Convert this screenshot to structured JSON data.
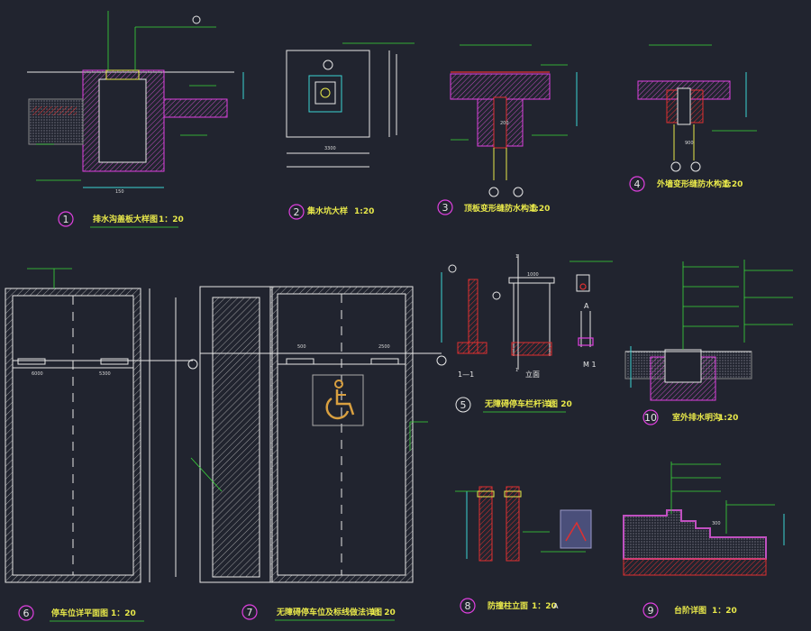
{
  "sheet": {
    "background": "#21242f",
    "colors": {
      "title_text": "#e8e84a",
      "line_cyan": "#3cd3d3",
      "leader_green": "#3ad83a",
      "hatch_red": "#e03030",
      "hatch_magenta": "#e040e0",
      "bubble_magenta": "#e040e0"
    }
  },
  "details": [
    {
      "id": "d1",
      "num": "1",
      "title": "排水沟盖板大样图",
      "scale": "1：20"
    },
    {
      "id": "d2",
      "num": "2",
      "title": "集水坑大样",
      "scale": "1:20"
    },
    {
      "id": "d3",
      "num": "3",
      "title": "顶板变形缝防水构造",
      "scale": "1:20"
    },
    {
      "id": "d4",
      "num": "4",
      "title": "外墙变形缝防水构造",
      "scale": "1:20"
    },
    {
      "id": "d5",
      "num": "5",
      "title": "无障碍停车栏杆详图",
      "scale": "1：20"
    },
    {
      "id": "d6",
      "num": "6",
      "title": "停车位详平面图",
      "scale": "1：20"
    },
    {
      "id": "d7",
      "num": "7",
      "title": "无障碍停车位及标线做法详图",
      "scale": "1：20"
    },
    {
      "id": "d8",
      "num": "8",
      "title": "防撞柱立面",
      "scale": "1：20",
      "extra": "A"
    },
    {
      "id": "d9",
      "num": "9",
      "title": "台阶详图",
      "scale": "1：20"
    },
    {
      "id": "d10",
      "num": "10",
      "title": "室外排水明沟",
      "scale": "1:20"
    }
  ],
  "labels": {
    "section_1_1": "1—1",
    "elevation": "立面",
    "marker_a": "A",
    "marker_m1": "M 1",
    "marker_1": "1",
    "dims": [
      "6000",
      "5300",
      "500",
      "2500",
      "3300",
      "1000",
      "150",
      "300",
      "200",
      "900"
    ]
  },
  "icons": {
    "accessibility": "wheelchair-icon",
    "section_marker": "section-bubble-icon"
  }
}
